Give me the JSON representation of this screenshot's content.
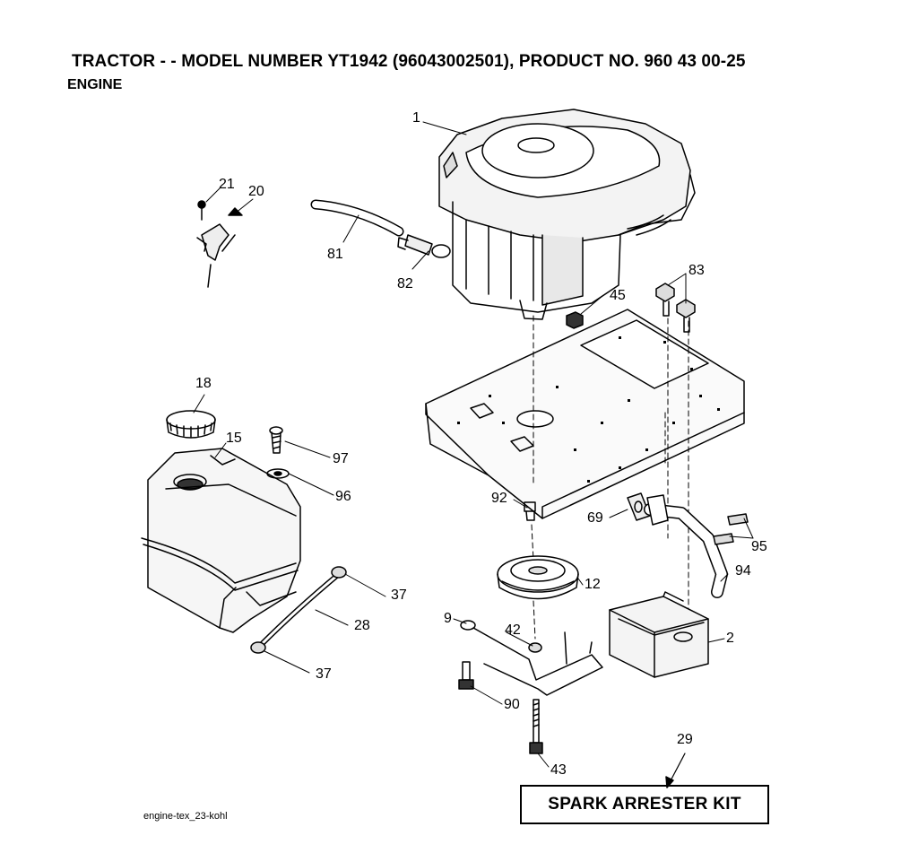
{
  "header": {
    "title": "TRACTOR - - MODEL NUMBER YT1942 (96043002501), PRODUCT NO. 960 43 00-25",
    "subtitle": "ENGINE"
  },
  "callouts": {
    "c1": "1",
    "c2": "2",
    "c9": "9",
    "c12": "12",
    "c15": "15",
    "c18": "18",
    "c20": "20",
    "c21": "21",
    "c28": "28",
    "c29": "29",
    "c37a": "37",
    "c37b": "37",
    "c42": "42",
    "c43": "43",
    "c45": "45",
    "c69": "69",
    "c81": "81",
    "c82": "82",
    "c83": "83",
    "c90": "90",
    "c92": "92",
    "c94": "94",
    "c95": "95",
    "c96": "96",
    "c97": "97"
  },
  "kit": {
    "label": "SPARK ARRESTER KIT"
  },
  "footer": {
    "code": "engine-tex_23-kohl"
  }
}
